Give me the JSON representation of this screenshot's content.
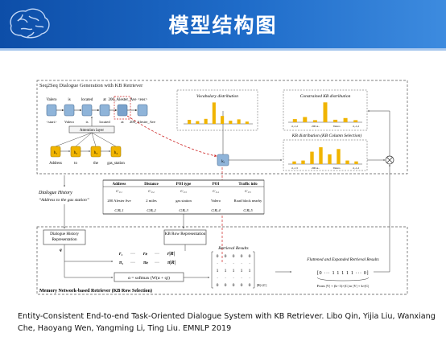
{
  "slide": {
    "title": "模型结构图",
    "caption": "Entity-Consistent End-to-end Task-Oriented Dialogue System with KB Retriever. Libo Qin, Yijia Liu, Wanxiang Che, Haoyang Wen, Yangming Li, Ting Liu. EMNLP 2019"
  },
  "seq2seq": {
    "title": "Seq2Seq Dialogue Generation with KB Retriever",
    "output_tokens": [
      "Valero",
      "is",
      "located",
      "at",
      "200_Alester_Ave",
      "<eos>"
    ],
    "input_tokens": [
      "<start>",
      "Valero",
      "is",
      "located",
      "at",
      "200_Alester_Ave"
    ],
    "attention_label": "Attention layer",
    "encoder_units": [
      "h₁",
      "h₂",
      "h₃",
      "h₄"
    ],
    "encoder_words": [
      "Address",
      "to",
      "the",
      "gas_station"
    ],
    "kb_unit": "kᵢ"
  },
  "distributions": {
    "vocab": "Vocabulary distribution",
    "constrained": "Constrained KB distribution",
    "constrained_ticks": [
      "d₁-1,2",
      "200 A..",
      "Valero",
      "d₁-1,2"
    ],
    "column": "KB distribution (KB Column Selection)",
    "column_ticks": [
      "d₁-1,5",
      "200 A..",
      "Valero",
      "d₁-1,2"
    ],
    "vocab_bars": [
      0.18,
      0.12,
      0.22,
      0.95,
      0.35,
      0.14,
      0.2,
      0.1
    ],
    "constrained_bars": [
      0.15,
      0.25,
      0.1,
      0.95,
      0.12,
      0.2,
      0.1
    ],
    "column_bars": [
      0.15,
      0.2,
      0.7,
      0.95,
      0.55,
      0.85,
      0.2,
      0.15
    ]
  },
  "dialogue_history": {
    "label": "Dialogue History",
    "text": "“Address to the gas station”"
  },
  "kb_table": {
    "headers": [
      "Address",
      "Distance",
      "POI type",
      "POI",
      "Traffic info"
    ],
    "rows": [
      [
        "C₁,₁",
        "C₁,₂",
        "C₁,₃",
        "C₁,₄",
        "C₁,₅"
      ],
      [
        "200 Alester Ave",
        "2 miles",
        "gas station",
        "Valero",
        "Road block nearby"
      ],
      [
        "C|R|,1",
        "C|R|,2",
        "C|R|,3",
        "C|R|,4",
        "C|R|,5"
      ]
    ]
  },
  "retriever": {
    "history_box": "Dialogue History Representation",
    "row_box": "KB Row Representation",
    "r_line": [
      "r₁",
      "rₖ",
      "r|R|"
    ],
    "pi_line": [
      "π₁",
      "πₖ",
      "π|R|"
    ],
    "alpha": "α = softmax (W(α + q))",
    "results_title": "Retrieval Results",
    "matrix": [
      [
        "0",
        "0",
        "0",
        "0",
        "0"
      ],
      [
        "·",
        "·",
        "·",
        "·",
        "·"
      ],
      [
        "1",
        "1",
        "1",
        "1",
        "1"
      ],
      [
        "·",
        "·",
        "·",
        "·",
        "·"
      ],
      [
        "0",
        "0",
        "0",
        "0",
        "0"
      ]
    ],
    "matrix_dim": "|R|×|C|",
    "flat_title": "Flattened and Expanded Retrieval Results",
    "flat_vector": "[0 ··· 1 1 1 1 1 ··· 0]",
    "flat_range": "From |V| + (k−1)×|C| to |V| + k×|C|",
    "title": "Memory Network-based Retriever (KB Row Selection)"
  },
  "colors": {
    "header": "#1a5fbf",
    "bar": "#f0b400",
    "unit": "#8fb4d9",
    "dashed_red": "#cc2222"
  }
}
